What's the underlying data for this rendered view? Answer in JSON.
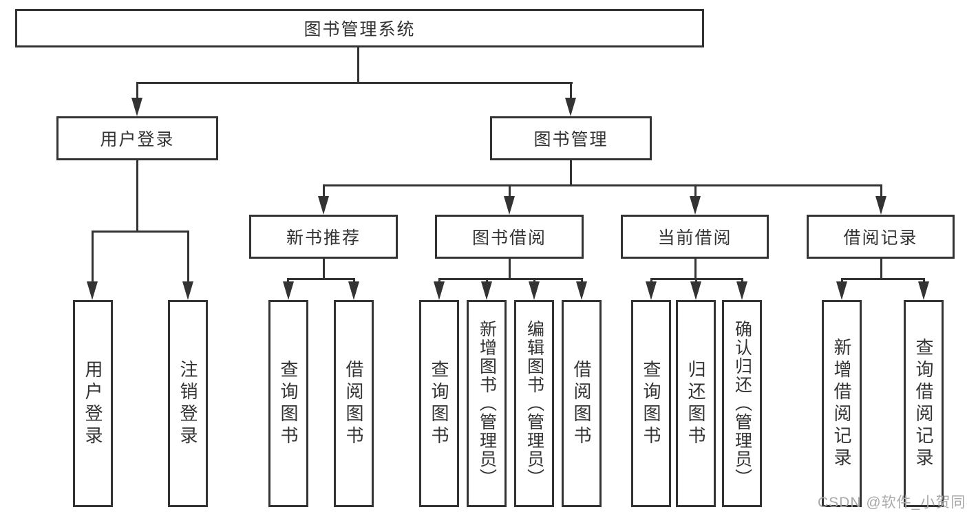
{
  "tree": {
    "root": {
      "label": "图书管理系统"
    },
    "branches": [
      {
        "label": "用户登录",
        "children": [
          {
            "label": "用户登录"
          },
          {
            "label": "注销登录"
          }
        ]
      },
      {
        "label": "图书管理",
        "children": [
          {
            "label": "新书推荐",
            "children": [
              {
                "label": "查询图书"
              },
              {
                "label": "借阅图书"
              }
            ]
          },
          {
            "label": "图书借阅",
            "children": [
              {
                "label": "查询图书"
              },
              {
                "label": "新增图书（管理员）"
              },
              {
                "label": "编辑图书（管理员）"
              },
              {
                "label": "借阅图书"
              }
            ]
          },
          {
            "label": "当前借阅",
            "children": [
              {
                "label": "查询图书"
              },
              {
                "label": "归还图书"
              },
              {
                "label": "确认归还（管理员）"
              }
            ]
          },
          {
            "label": "借阅记录",
            "children": [
              {
                "label": "新增借阅记录"
              },
              {
                "label": "查询借阅记录"
              }
            ]
          }
        ]
      }
    ]
  },
  "watermark": "CSDN @软件_小贺同学",
  "colors": {
    "line": "#333333",
    "box_border": "#333333",
    "text": "#333333",
    "background": "#ffffff",
    "watermark": "#a8a8a8"
  }
}
